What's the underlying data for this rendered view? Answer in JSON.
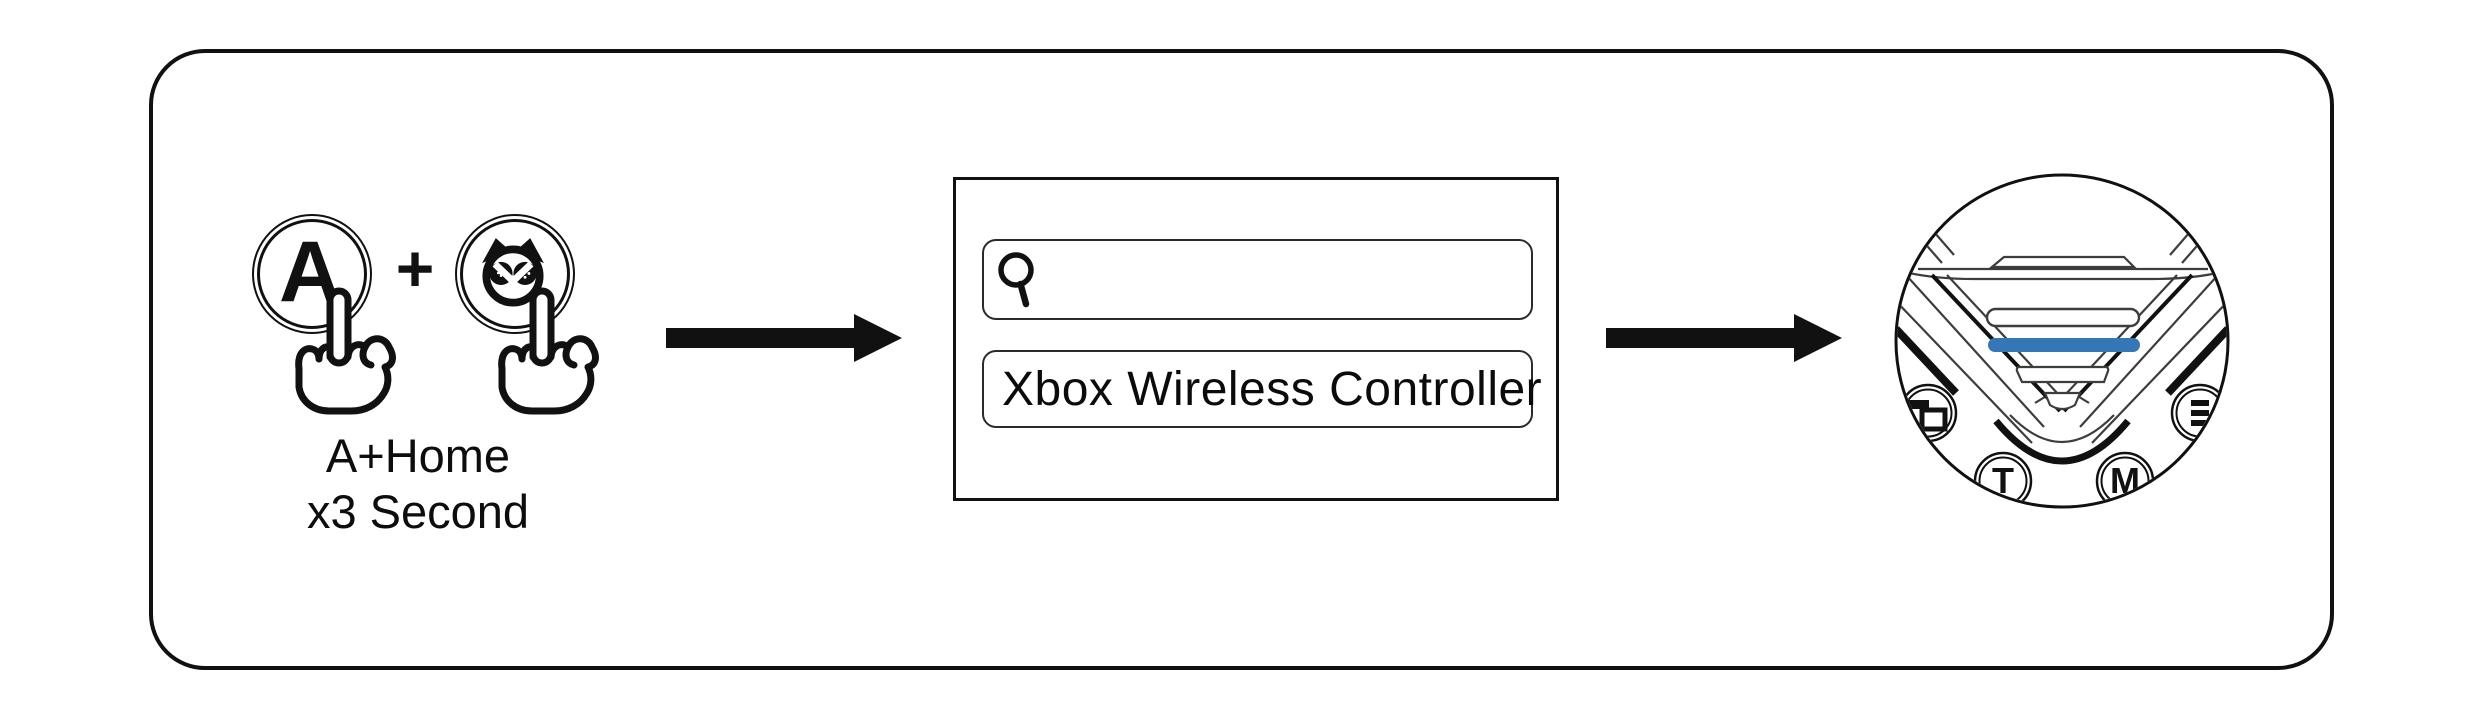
{
  "frame": {
    "shape": "rounded-rectangle"
  },
  "step_press": {
    "a_button_label": "A",
    "plus_sign": "+",
    "caption_line1": "A+Home",
    "caption_line2": "x3 Second",
    "icons": {
      "home_button": "owl-logo",
      "press": "tap-hand"
    }
  },
  "pairing_panel": {
    "search": {
      "value": "",
      "icon": "magnifier"
    },
    "device_row": {
      "name": "Xbox Wireless Controller",
      "icon": "bluetooth"
    }
  },
  "controller_closeup": {
    "button_t_label": "T",
    "button_m_label": "M",
    "left_button_icon": "screenshot",
    "right_button_icon": "menu",
    "led_state": "blue"
  },
  "colors": {
    "ink": "#111111",
    "detail_line": "#3d3d3d",
    "led_blue": "#3577B6"
  }
}
